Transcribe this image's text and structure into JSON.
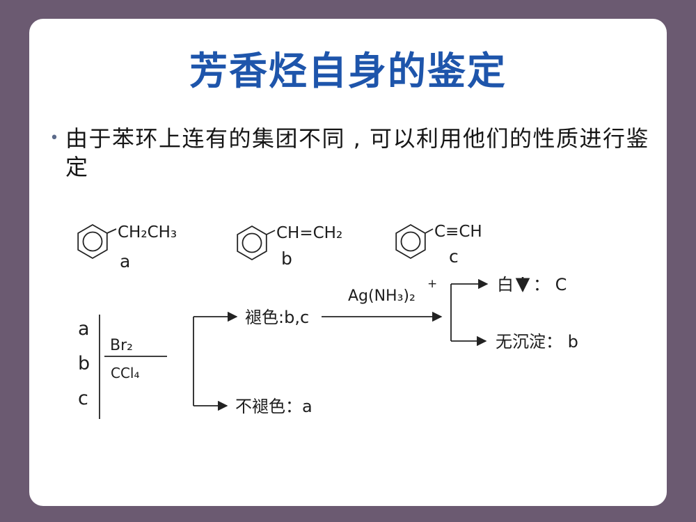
{
  "slide": {
    "title": "芳香烃自身的鉴定",
    "bullet": "由于苯环上连有的集团不同 , 可以利用他们的性质进行鉴定"
  },
  "diagram": {
    "compounds": [
      {
        "formula": "CH₂CH₃",
        "label": "a"
      },
      {
        "formula": "CH=CH₂",
        "label": "b"
      },
      {
        "formula": "C≡CH",
        "label": "c"
      }
    ],
    "reagent_over": "Br₂",
    "reagent_under": "CCl₄",
    "result_decolor": "褪色:b,c",
    "result_no_decolor": "不褪色：a",
    "reagent2": "Ag(NH₃)₂",
    "reagent2_charge": "+",
    "result_white": "白",
    "result_white_suffix": "： C",
    "result_no_precipitate": "无沉淀： b"
  },
  "colors": {
    "frame": "#6b5a71",
    "title": "#1e55ab",
    "text": "#1d1d1d"
  }
}
